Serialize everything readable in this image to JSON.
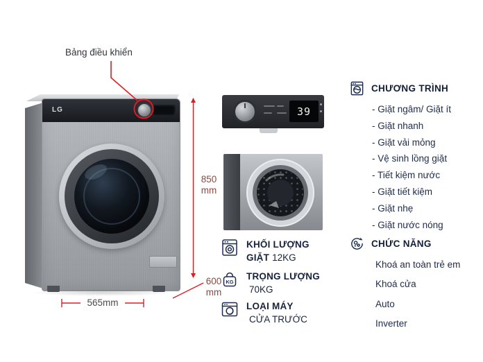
{
  "callout": {
    "control_panel_label": "Bảng điều khiển"
  },
  "machine": {
    "brand": "LG"
  },
  "dimensions": {
    "height_value": "850",
    "height_unit": "mm",
    "depth_value": "600",
    "depth_unit": "mm",
    "width_value": "565mm"
  },
  "control_panel": {
    "display_value": "39"
  },
  "kg_icon_label": "KG",
  "specs": [
    {
      "line1": "KHỐI LƯỢNG",
      "line2_bold": "GIẶT",
      "line2_value": "12KG"
    },
    {
      "line1": "TRỌNG LƯỢNG",
      "line2_bold": "",
      "line2_value": "70KG"
    },
    {
      "line1": "LOẠI MÁY",
      "line2_bold": "",
      "line2_value": "CỬA TRƯỚC"
    }
  ],
  "programs": {
    "title": "CHƯƠNG TRÌNH",
    "items": [
      "- Giặt ngâm/ Giặt ít",
      "- Giặt nhanh",
      "- Giặt vải mỏng",
      "- Vệ sinh lồng giặt",
      "- Tiết kiệm nước",
      "- Giặt tiết kiệm",
      "- Giặt nhẹ",
      "- Giặt nước nóng"
    ]
  },
  "functions": {
    "title": "CHỨC NĂNG",
    "items": [
      "Khoá an toàn trẻ em",
      "Khoá cửa",
      "Auto",
      "Inverter"
    ]
  },
  "colors": {
    "accent_red": "#e11b22",
    "navy": "#1d2c4e",
    "dimension_text": "#8e4840"
  }
}
